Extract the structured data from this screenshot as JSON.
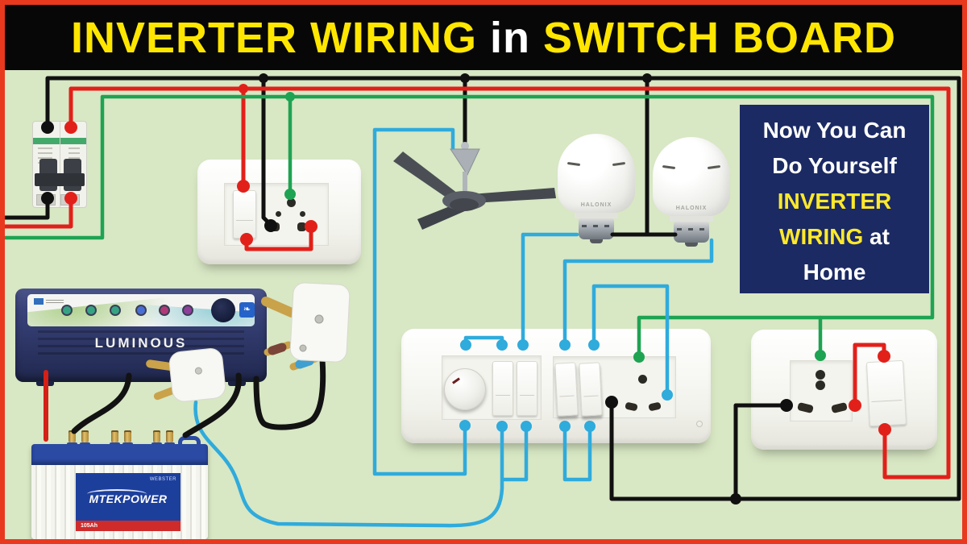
{
  "title": {
    "yellow_left": "INVERTER WIRING",
    "white_mid": "in",
    "yellow_right": "SWITCH BOARD"
  },
  "promo_box": {
    "line1": "Now You Can",
    "line2": "Do Yourself",
    "line3": "INVERTER",
    "line4_yellow": "WIRING",
    "line4_white": "at",
    "line5": "Home"
  },
  "inverter": {
    "brand": "LUMINOUS"
  },
  "battery": {
    "brand": "MTEKPOWER",
    "capacity": "105Ah",
    "maker_logo": "WEBSTER"
  },
  "bulbs": {
    "brand": "HALONIX"
  },
  "components": {
    "mcb": "double-pole MCB",
    "top_board": "switch with 5-pin socket",
    "fan": "ceiling fan",
    "bulb_count": 2,
    "main_board": "dimmer + 4 switches + socket",
    "right_board": "universal socket + switch",
    "plugs": "two 3-pin plugs"
  },
  "wire_legend": {
    "black": "phase/neutral mains",
    "red": "live",
    "green": "earth",
    "cyan": "inverter output"
  },
  "colors": {
    "background": "#d8e7c4",
    "frame_red": "#e8391f",
    "banner_bg": "#070707",
    "title_yellow": "#ffe600",
    "title_white": "#ffffff",
    "promo_navy": "#1b2a63",
    "promo_yellow": "#ffe92b",
    "wire_black": "#101010",
    "wire_red": "#e2201a",
    "wire_green": "#1ea352",
    "wire_cyan": "#2fabdc",
    "board_white": "#fafaf5",
    "inverter_navy": "#323c6e",
    "battery_blue": "#2b4aa4",
    "label_blue": "#1d3f9c",
    "stripe_red": "#cf2b2b",
    "brass": "#c9a24a"
  }
}
